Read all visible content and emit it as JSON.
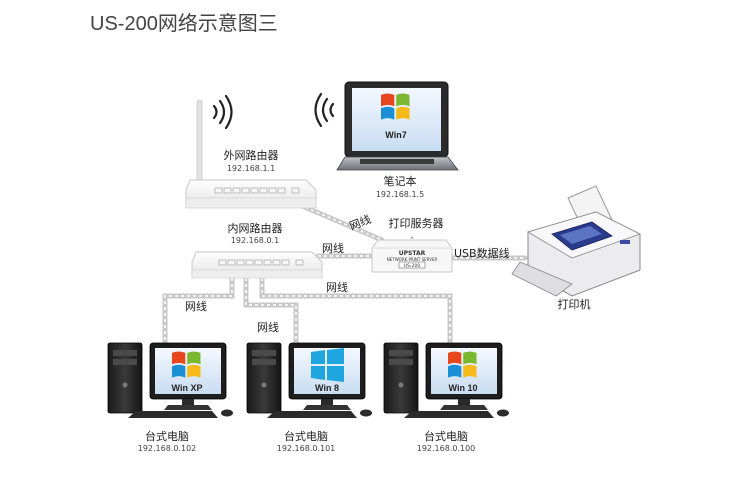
{
  "title": "US-200网络示意图三",
  "outer_router": {
    "name": "外网路由器",
    "ip": "192.168.1.1"
  },
  "inner_router": {
    "name": "内网路由器",
    "ip": "192.168.0.1"
  },
  "laptop": {
    "name": "笔记本",
    "ip": "192.168.1.5",
    "os": "Win7"
  },
  "print_server": {
    "name": "打印服务器",
    "brand": "UPSTAR",
    "subtitle": "NETWORK PRINT SERVER",
    "model": "US-200"
  },
  "printer": {
    "name": "打印机"
  },
  "links": {
    "outer_to_server": "网线",
    "inner_to_server": "网线",
    "inner_to_pc3": "网线",
    "inner_to_pc1": "网线",
    "inner_to_pc2": "网线",
    "usb": "USB数据线"
  },
  "desktops": [
    {
      "name": "台式电脑",
      "ip": "192.168.0.102",
      "os": "Win XP"
    },
    {
      "name": "台式电脑",
      "ip": "192.168.0.101",
      "os": "Win 8"
    },
    {
      "name": "台式电脑",
      "ip": "192.168.0.100",
      "os": "Win 10"
    }
  ],
  "colors": {
    "title_gray": "#444444",
    "cable_gray": "#c8c8c8",
    "win_red": "#e8461e",
    "win_green": "#7cb82f",
    "win_blue": "#1a8fd6",
    "win_yellow": "#f6b91a",
    "win8_blue": "#1fa6e0"
  }
}
